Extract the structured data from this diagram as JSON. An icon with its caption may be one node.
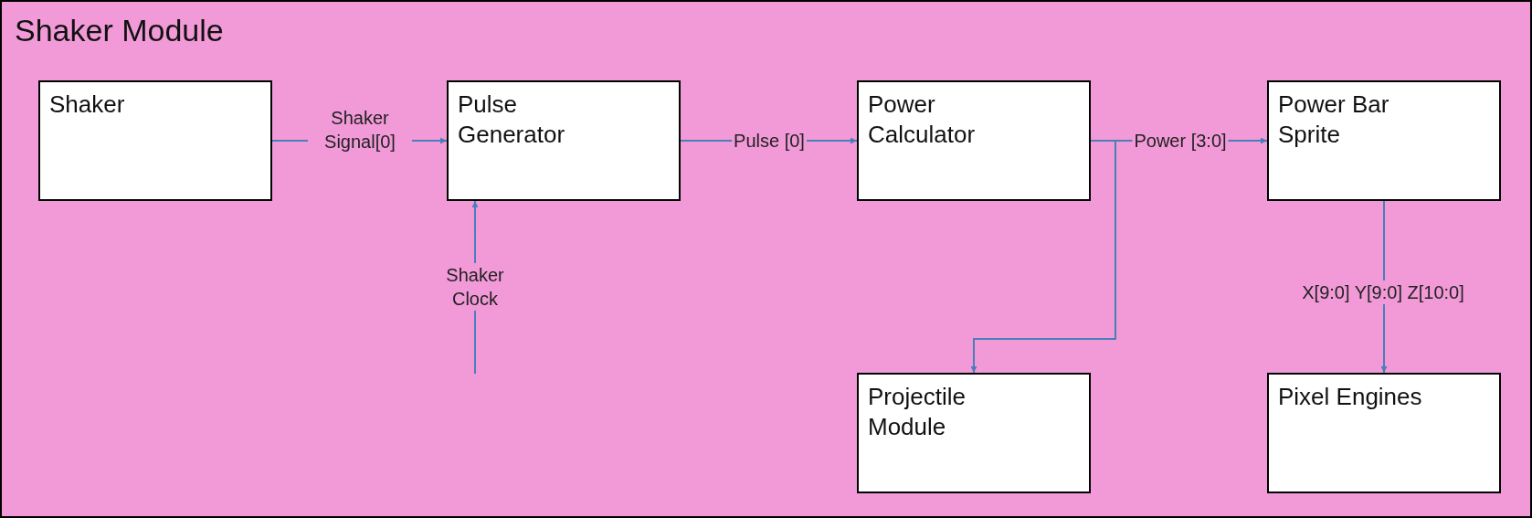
{
  "diagram": {
    "nodes": [
      {
        "text": [
          "Shaker Module"
        ]
      },
      {
        "text": [
          "Shaker"
        ],
        "in": 0
      },
      {
        "text": [
          "Pulse Generator"
        ],
        "in": 0
      },
      {
        "text": [
          "Power Calculator"
        ],
        "in": 0
      },
      {
        "text": [
          "Power Bar Sprite"
        ],
        "in": 0
      },
      {
        "text": [
          "Projectile Module"
        ],
        "in": 0
      },
      {
        "text": [
          "Pixel Engines"
        ],
        "in": 0
      }
    ],
    "edges": [
      {
        "from": 1,
        "to": 2,
        "arrow": "to",
        "label": "Shaker Signal[0]"
      },
      {
        "from": null,
        "to": 2,
        "arrow": "to",
        "label": "Shaker Clock"
      },
      {
        "from": 2,
        "to": 3,
        "arrow": "to",
        "label": "Pulse [0]"
      },
      {
        "from": 3,
        "to": 4,
        "arrow": "to",
        "label": "Power [3:0]"
      },
      {
        "from": 3,
        "to": 5,
        "arrow": "to"
      },
      {
        "from": 4,
        "to": 6,
        "arrow": "to",
        "label": "X[9:0] Y[9:0] Z[10:0]"
      }
    ]
  }
}
